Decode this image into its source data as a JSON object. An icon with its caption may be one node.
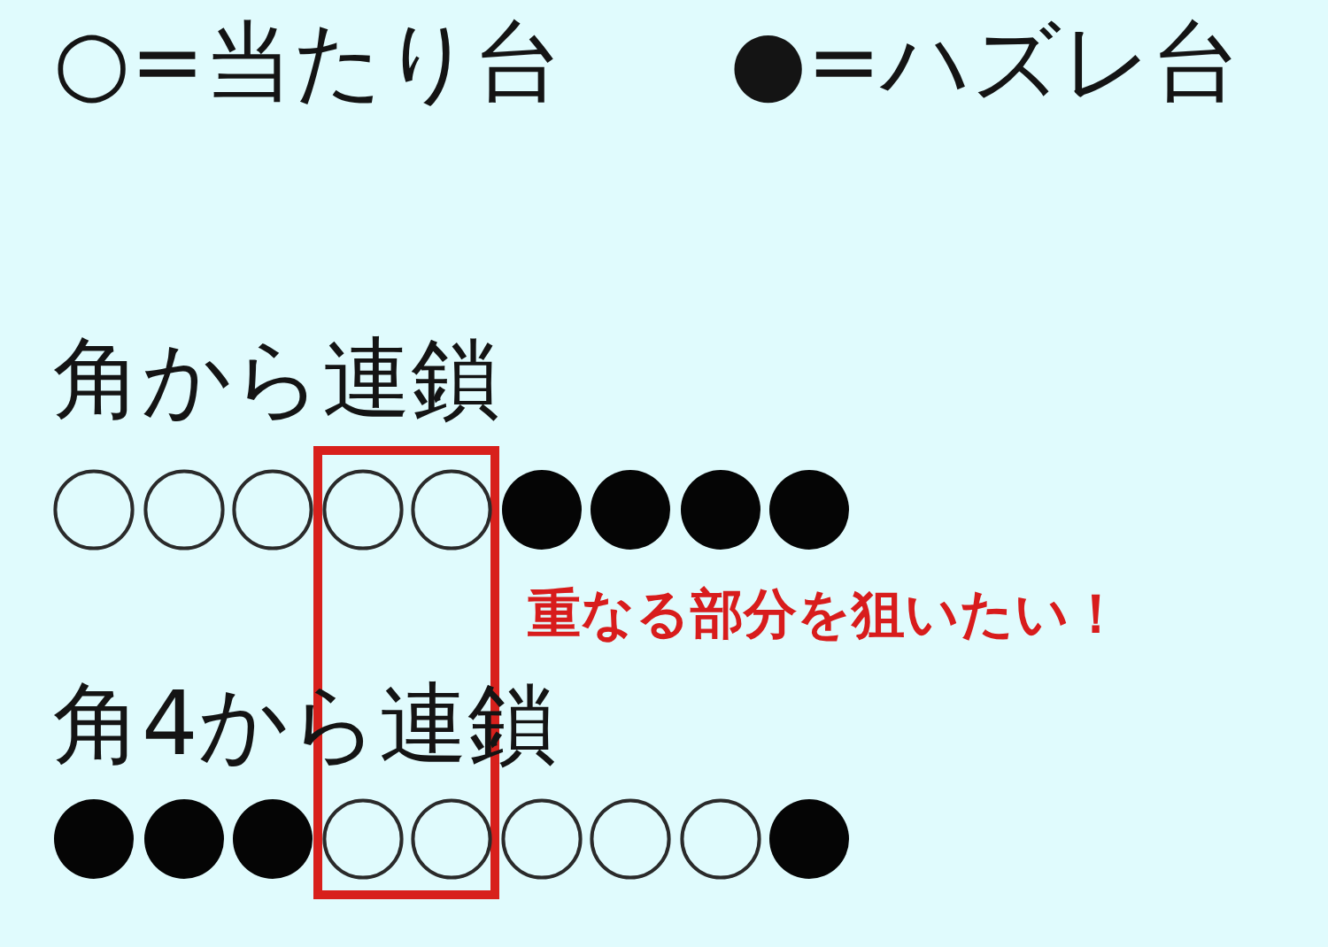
{
  "diagram": {
    "nodes": [
      {
        "text": [],
        "shape": "circle"
      },
      {
        "text": [],
        "shape": "circle"
      },
      {
        "text": [],
        "shape": "circle"
      },
      {
        "text": [],
        "shape": "box",
        "beside": [
          "重なる部分を狙いたい！"
        ]
      },
      {
        "text": [],
        "shape": "circle",
        "in": 3
      },
      {
        "text": [],
        "shape": "circle",
        "in": 3
      },
      {
        "text": [],
        "shape": "dot"
      },
      {
        "text": [],
        "shape": "dot"
      },
      {
        "text": [],
        "shape": "dot"
      },
      {
        "text": [],
        "shape": "dot"
      },
      {
        "text": [],
        "shape": "dot"
      },
      {
        "text": [],
        "shape": "dot"
      },
      {
        "text": [],
        "shape": "dot"
      },
      {
        "text": [],
        "shape": "circle",
        "in": 3
      },
      {
        "text": [],
        "shape": "circle",
        "in": 3
      },
      {
        "text": [],
        "shape": "circle"
      },
      {
        "text": [],
        "shape": "circle"
      },
      {
        "text": [],
        "shape": "circle"
      },
      {
        "text": [],
        "shape": "dot"
      }
    ],
    "labels": [
      "角から連鎖",
      "角4から連鎖"
    ],
    "legend": [
      {
        "text": "○=当たり台"
      },
      {
        "text": "●=ハズレ台"
      }
    ]
  }
}
